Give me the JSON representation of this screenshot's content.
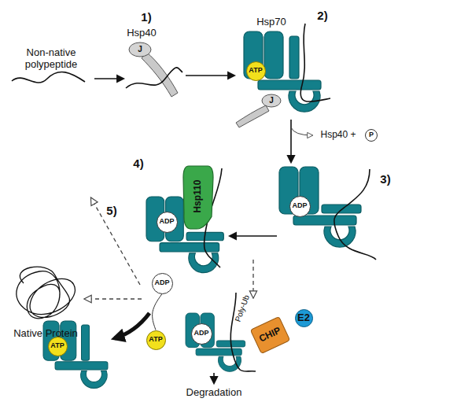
{
  "diagram": {
    "nodes": [
      {
        "text": [
          "ATP"
        ]
      },
      {
        "text": [
          "P"
        ]
      },
      {
        "text": [
          "ADP"
        ]
      },
      {
        "text": [
          "Hsp110"
        ]
      },
      {
        "text": [
          "ADP"
        ]
      },
      {
        "text": [
          "ADP"
        ]
      },
      {
        "text": [
          "ATP"
        ]
      },
      {
        "text": [
          "ATP"
        ]
      },
      {
        "text": [
          "ADP"
        ]
      },
      {
        "text": [
          "CHIP"
        ]
      },
      {
        "text": [
          "E2"
        ]
      }
    ],
    "edges": [
      {
        "from": 5,
        "to": 6,
        "arrow": "none"
      }
    ],
    "labels": [
      "Non-native polypeptide",
      "1)",
      "Hsp40",
      "J",
      "2)",
      "Hsp70",
      "J",
      "Hsp40 +",
      "3)",
      "4)",
      "5)",
      "Native Protein",
      "Poly-Ub",
      "Degradation"
    ]
  }
}
